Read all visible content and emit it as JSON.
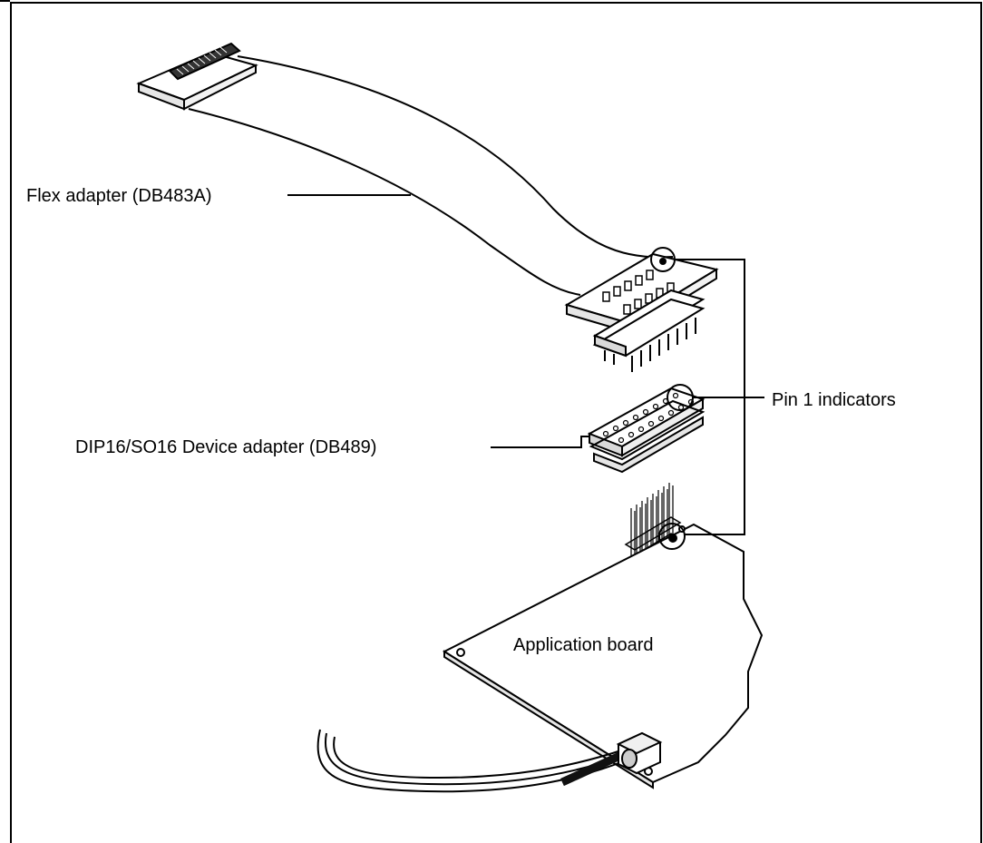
{
  "labels": {
    "flex_adapter": "Flex adapter (DB483A)",
    "pin1_indicators": "Pin 1 indicators",
    "device_adapter": "DIP16/SO16 Device adapter (DB489)",
    "application_board": "Application board"
  },
  "colors": {
    "line": "#000000",
    "background": "#ffffff",
    "board_fill": "#ffffff",
    "shade": "#d9d9d9",
    "cable_jacket": "#111111"
  }
}
